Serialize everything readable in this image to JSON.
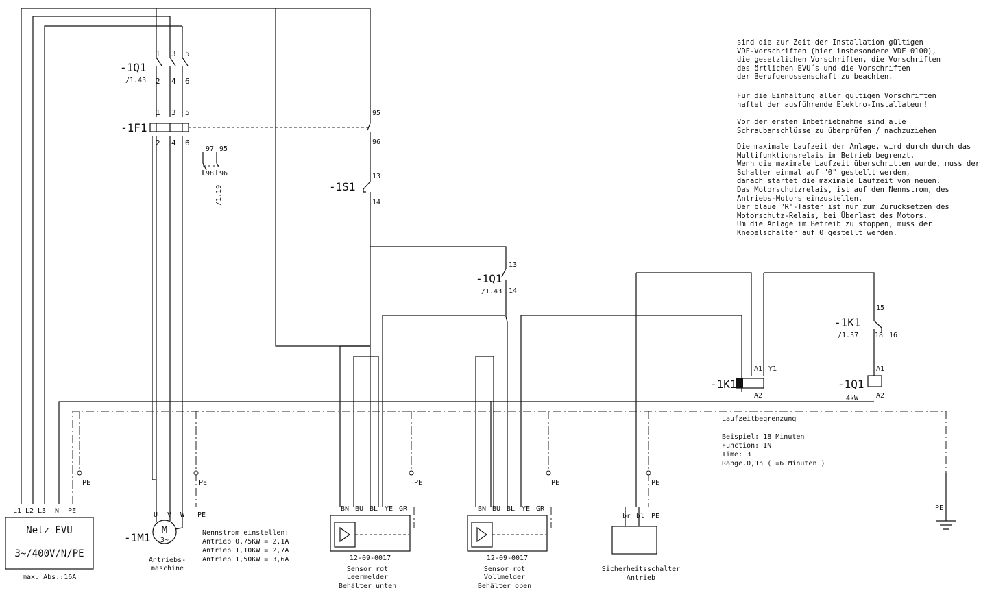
{
  "supply": {
    "title": "Netz EVU",
    "voltage": "3~/400V/N/PE",
    "fuse": "max. Abs.:16A",
    "terminals": [
      "L1",
      "L2",
      "L3",
      "N",
      "PE"
    ]
  },
  "contactor_q1": {
    "label": "-1Q1",
    "ref": "/1.43",
    "top_terminals": [
      "1",
      "3",
      "5"
    ],
    "bottom_terminals": [
      "2",
      "4",
      "6"
    ],
    "aux_top": "13",
    "aux_bottom": "14",
    "coil_a1": "A1",
    "coil_a2": "A2",
    "rating": "4kW"
  },
  "overload_f1": {
    "label": "-1F1",
    "top_terminals": [
      "1",
      "3",
      "5"
    ],
    "bottom_terminals": [
      "2",
      "4",
      "6"
    ],
    "aux_contacts": [
      "97",
      "95",
      "98",
      "96"
    ],
    "ref": "/1.19",
    "nc_top": "95",
    "nc_bottom": "96"
  },
  "switch_s1": {
    "label": "-1S1",
    "top": "13",
    "bottom": "14"
  },
  "motor": {
    "label": "-1M1",
    "symbol": "M",
    "phase": "3~",
    "terminals": [
      "U",
      "V",
      "W",
      "PE"
    ],
    "caption": [
      "Antriebs-",
      "maschine"
    ],
    "pe": "PE",
    "current_title": "Nennstrom einstellen:",
    "current_lines": [
      "Antrieb 0,75KW = 2,1A",
      "Antrieb 1,10KW = 2,7A",
      "Antrieb 1,50KW = 3,6A"
    ]
  },
  "sensor_empty": {
    "terminals": [
      "BN",
      "BU",
      "BL",
      "YE",
      "GR"
    ],
    "code": "12-09-0017",
    "caption": [
      "Sensor rot",
      "Leermelder",
      "Behälter unten"
    ],
    "pe": "PE"
  },
  "sensor_full": {
    "terminals": [
      "BN",
      "BU",
      "BL",
      "YE",
      "GR"
    ],
    "code": "12-09-0017",
    "caption": [
      "Sensor rot",
      "Vollmelder",
      "Behälter oben"
    ],
    "pe": "PE"
  },
  "safety_switch": {
    "terminals": [
      "br",
      "bl",
      "PE"
    ],
    "caption": [
      "Sicherheitsschalter",
      "Antrieb"
    ],
    "pe": "PE"
  },
  "relay_k1": {
    "label": "-1K1",
    "ref": "/1.37",
    "contact_top": "15",
    "contact_left": "18",
    "contact_right": "16",
    "coil_a1": "A1",
    "coil_y1": "Y1",
    "coil_a2": "A2"
  },
  "timer": {
    "title": "Laufzeitbegrenzung",
    "lines": [
      "Beispiel: 18 Minuten",
      "Function: IN",
      "Time: 3",
      "Range.0,1h ( =6 Minuten )"
    ]
  },
  "earth": {
    "label": "PE"
  },
  "notes": [
    "sind die zur Zeit der Installation gültigen\nVDE-Vorschriften (hier insbesondere VDE 0100),\ndie gesetzlichen Vorschriften, die Vorschriften\ndes örtlichen EVU´s und die Vorschriften\nder Berufgenossenschaft zu beachten.",
    "Für die Einhaltung aller gültigen Vorschriften\nhaftet der ausführende Elektro-Installateur!",
    "Vor der ersten Inbetriebnahme sind alle\nSchraubanschlüsse zu überprüfen / nachzuziehen",
    "Die maximale Laufzeit der Anlage, wird durch durch das\nMultifunktionsrelais im Betrieb begrenzt.\nWenn die maximale Laufzeit überschritten wurde, muss der\nSchalter einmal auf \"0\" gestellt werden,\ndanach startet die maximale Laufzeit von neuen.\nDas Motorschutzrelais, ist auf den Nennstrom, des\nAntriebs-Motors einzustellen.\nDer blaue \"R\"-Taster ist nur zum Zurücksetzen des\nMotorschutz-Relais, bei Überlast des Motors.\nUm die Anlage im Betreib zu stoppen, muss der\nKnebelschalter auf 0 gestellt werden."
  ]
}
